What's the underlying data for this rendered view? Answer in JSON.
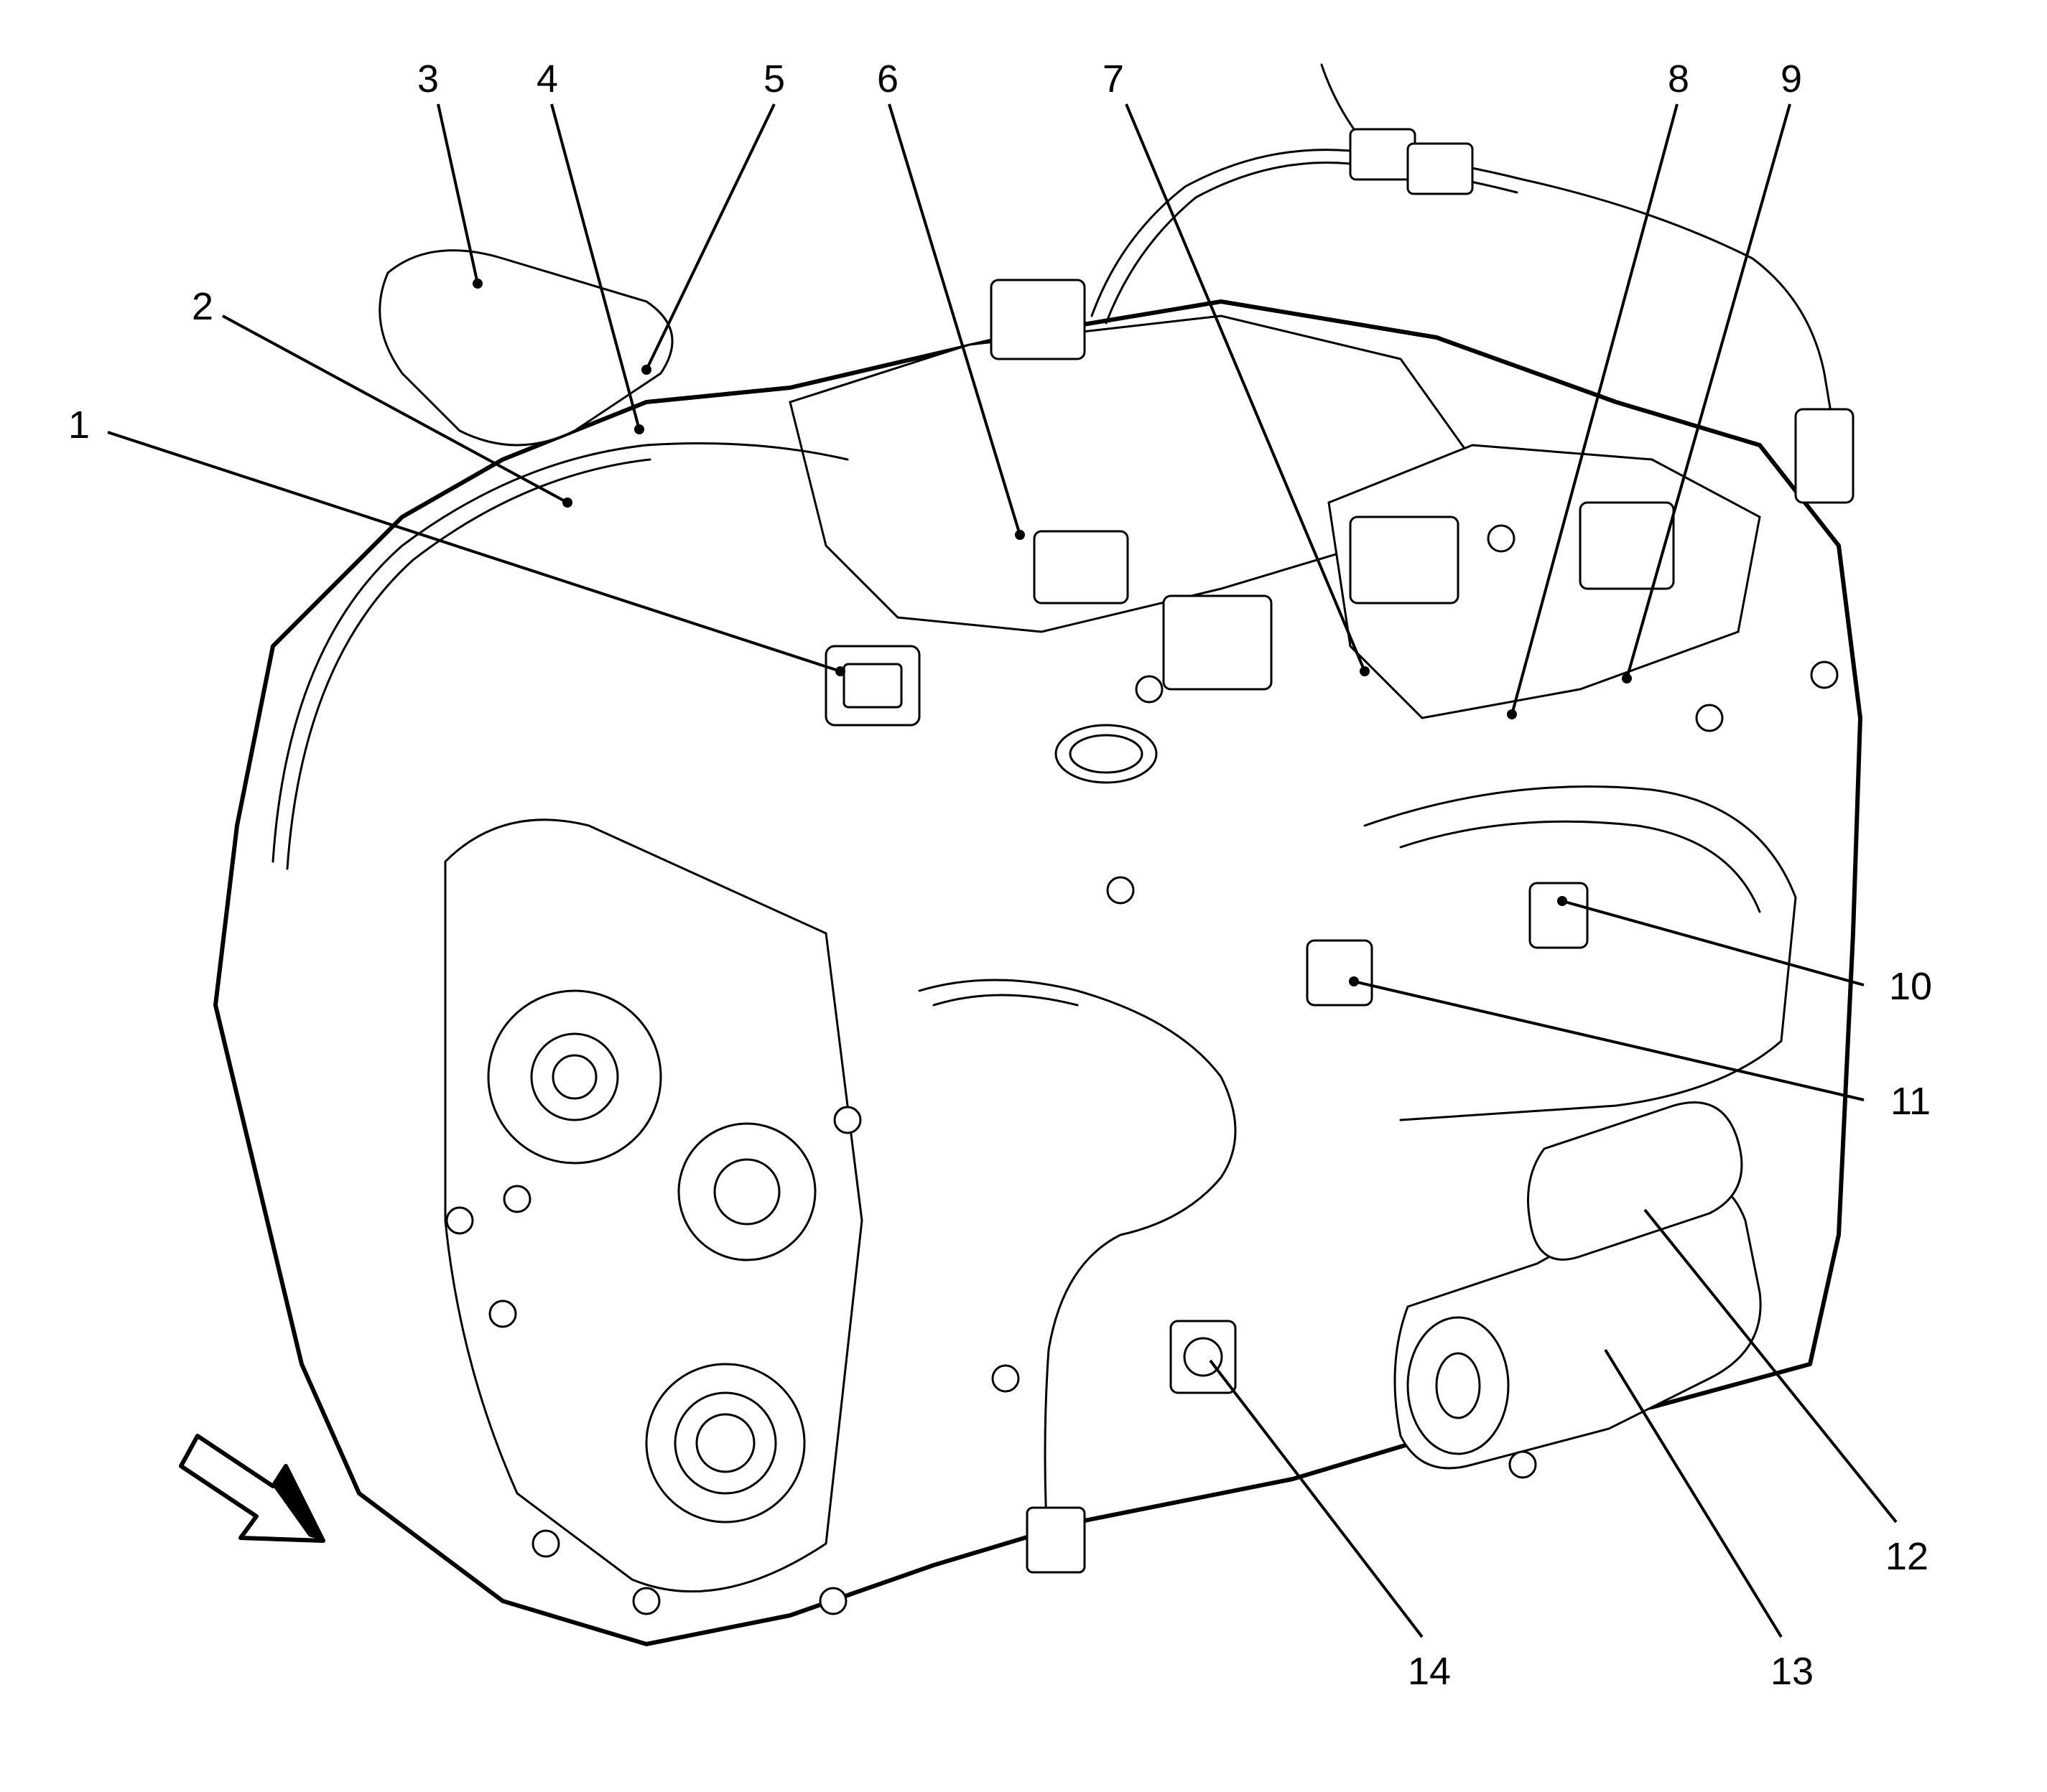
{
  "callouts": [
    {
      "id": "1",
      "label": "1",
      "name": "callout-1"
    },
    {
      "id": "2",
      "label": "2",
      "name": "callout-2"
    },
    {
      "id": "3",
      "label": "3",
      "name": "callout-3"
    },
    {
      "id": "4",
      "label": "4",
      "name": "callout-4"
    },
    {
      "id": "5",
      "label": "5",
      "name": "callout-5"
    },
    {
      "id": "6",
      "label": "6",
      "name": "callout-6"
    },
    {
      "id": "7",
      "label": "7",
      "name": "callout-7"
    },
    {
      "id": "8",
      "label": "8",
      "name": "callout-8"
    },
    {
      "id": "9",
      "label": "9",
      "name": "callout-9"
    },
    {
      "id": "10",
      "label": "10",
      "name": "callout-10"
    },
    {
      "id": "11",
      "label": "11",
      "name": "callout-11"
    },
    {
      "id": "12",
      "label": "12",
      "name": "callout-12"
    },
    {
      "id": "13",
      "label": "13",
      "name": "callout-13"
    },
    {
      "id": "14",
      "label": "14",
      "name": "callout-14"
    }
  ],
  "icons": {
    "direction_arrow": "front-direction-arrow-icon"
  },
  "colors": {
    "ink": "#000000",
    "paper": "#ffffff"
  }
}
